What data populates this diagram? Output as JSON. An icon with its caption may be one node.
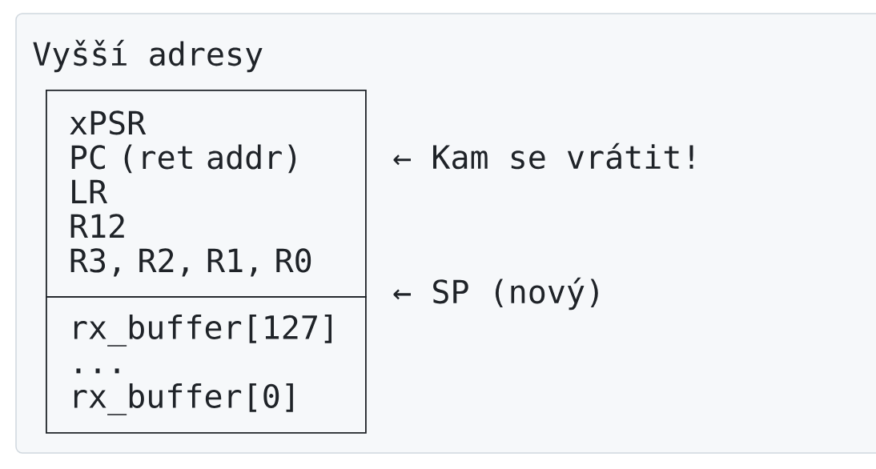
{
  "diagram": {
    "title": "Vyšší adresy",
    "nodes": [
      {
        "text": [
          "xPSR",
          "PC (ret addr)",
          "LR",
          "R12",
          "R3, R2, R1, R0"
        ]
      },
      {
        "text": [
          "rx_buffer[127]",
          "...",
          "rx_buffer[0]"
        ]
      }
    ],
    "labels": [
      "← Kam se vrátit!",
      "← SP (nový)"
    ]
  }
}
